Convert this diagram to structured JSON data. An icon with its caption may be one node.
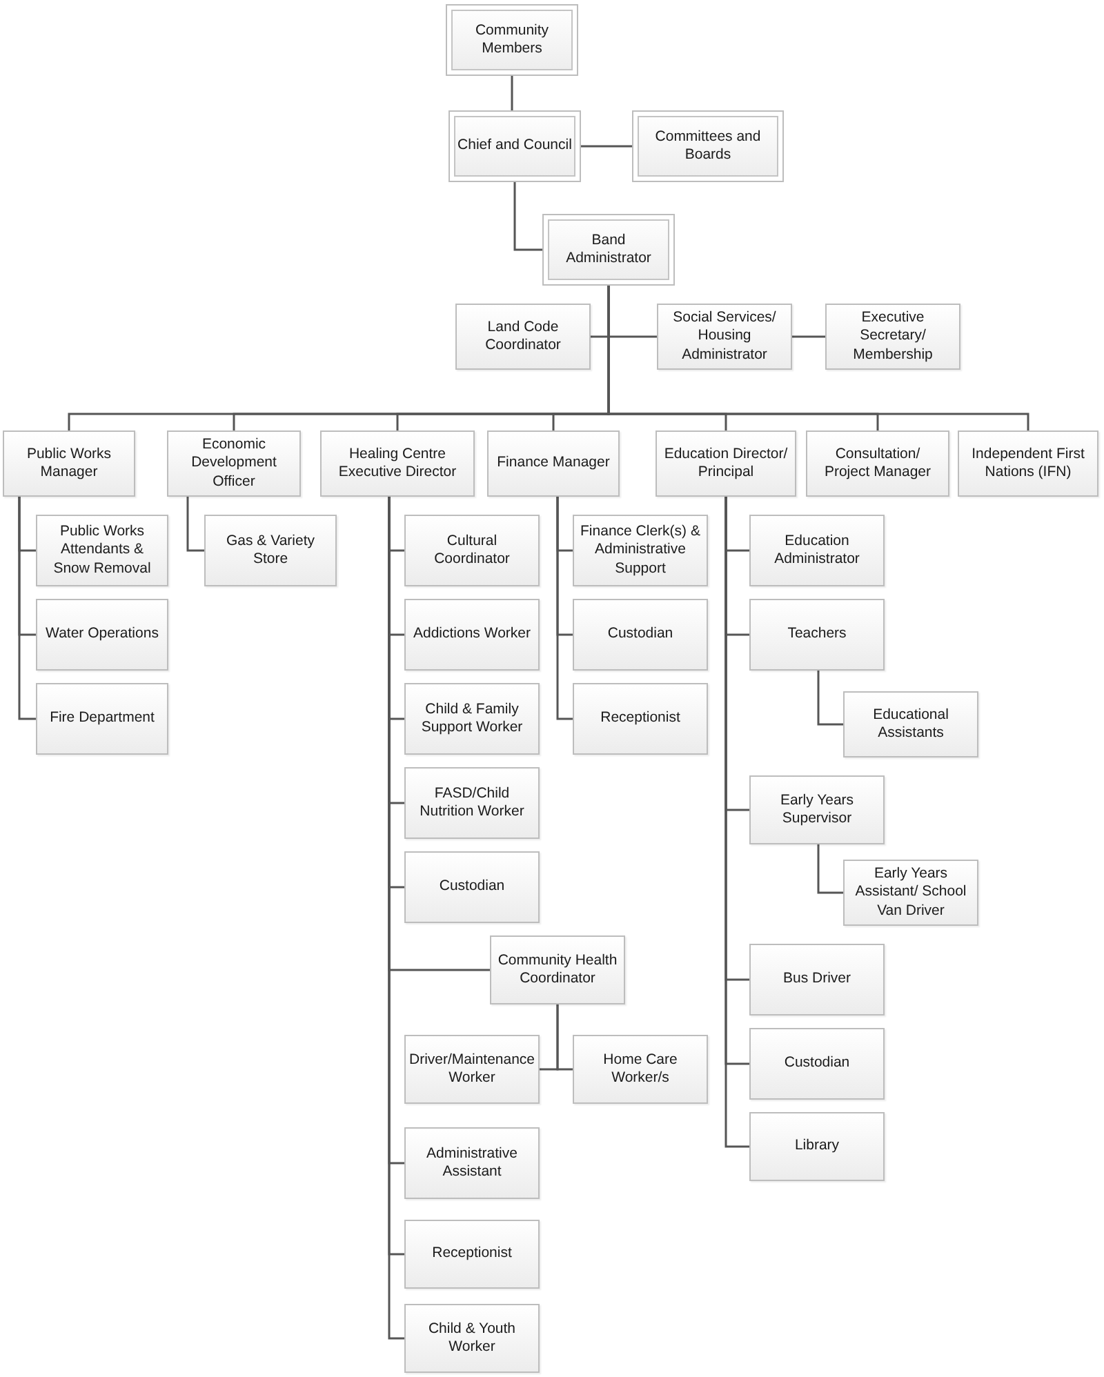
{
  "diagram": {
    "nodes": [
      {
        "text": [
          "Community Members"
        ]
      },
      {
        "text": [
          "Chief and Council"
        ]
      },
      {
        "text": [
          "Committees and Boards"
        ]
      },
      {
        "text": [
          "Band Administrator"
        ]
      },
      {
        "text": [
          "Land Code Coordinator"
        ]
      },
      {
        "text": [
          "Social Services/ Housing Administrator"
        ]
      },
      {
        "text": [
          "Executive Secretary/ Membership"
        ]
      },
      {
        "text": [
          "Public Works Manager"
        ]
      },
      {
        "text": [
          "Economic Development Officer"
        ]
      },
      {
        "text": [
          "Healing Centre Executive Director"
        ]
      },
      {
        "text": [
          "Finance Manager"
        ]
      },
      {
        "text": [
          "Education Director/ Principal"
        ]
      },
      {
        "text": [
          "Consultation/ Project Manager"
        ]
      },
      {
        "text": [
          "Independent First Nations (IFN)"
        ]
      },
      {
        "text": [
          "Public Works Attendants & Snow Removal"
        ]
      },
      {
        "text": [
          "Water Operations"
        ]
      },
      {
        "text": [
          "Fire Department"
        ]
      },
      {
        "text": [
          "Gas & Variety Store"
        ]
      },
      {
        "text": [
          "Cultural Coordinator"
        ]
      },
      {
        "text": [
          "Addictions Worker"
        ]
      },
      {
        "text": [
          "Child & Family Support Worker"
        ]
      },
      {
        "text": [
          "FASD/Child Nutrition Worker"
        ]
      },
      {
        "text": [
          "Custodian"
        ]
      },
      {
        "text": [
          "Community Health Coordinator"
        ]
      },
      {
        "text": [
          "Driver/Maintenance Worker"
        ]
      },
      {
        "text": [
          "Home Care Worker/s"
        ]
      },
      {
        "text": [
          "Administrative Assistant"
        ]
      },
      {
        "text": [
          "Receptionist"
        ]
      },
      {
        "text": [
          "Child & Youth Worker"
        ]
      },
      {
        "text": [
          "Finance Clerk(s) & Administrative Support"
        ]
      },
      {
        "text": [
          "Custodian"
        ]
      },
      {
        "text": [
          "Receptionist"
        ]
      },
      {
        "text": [
          "Education Administrator"
        ]
      },
      {
        "text": [
          "Teachers"
        ]
      },
      {
        "text": [
          "Educational Assistants"
        ]
      },
      {
        "text": [
          "Early Years Supervisor"
        ]
      },
      {
        "text": [
          "Early Years Assistant/ School Van Driver"
        ]
      },
      {
        "text": [
          "Bus Driver"
        ]
      },
      {
        "text": [
          "Custodian"
        ]
      },
      {
        "text": [
          "Library"
        ]
      }
    ],
    "edges": [
      {
        "from": 0,
        "to": 1,
        "arrow": "none"
      },
      {
        "from": 1,
        "to": 2,
        "arrow": "none"
      },
      {
        "from": 1,
        "to": 3,
        "arrow": "none"
      },
      {
        "from": 3,
        "to": 4,
        "arrow": "none"
      },
      {
        "from": 3,
        "to": 5,
        "arrow": "none"
      },
      {
        "from": 5,
        "to": 6,
        "arrow": "none"
      },
      {
        "from": 3,
        "to": 7,
        "arrow": "none"
      },
      {
        "from": 3,
        "to": 8,
        "arrow": "none"
      },
      {
        "from": 3,
        "to": 9,
        "arrow": "none"
      },
      {
        "from": 3,
        "to": 10,
        "arrow": "none"
      },
      {
        "from": 3,
        "to": 11,
        "arrow": "none"
      },
      {
        "from": 3,
        "to": 12,
        "arrow": "none"
      },
      {
        "from": 3,
        "to": 13,
        "arrow": "none"
      },
      {
        "from": 7,
        "to": 14,
        "arrow": "none"
      },
      {
        "from": 7,
        "to": 15,
        "arrow": "none"
      },
      {
        "from": 7,
        "to": 16,
        "arrow": "none"
      },
      {
        "from": 8,
        "to": 17,
        "arrow": "none"
      },
      {
        "from": 9,
        "to": 18,
        "arrow": "none"
      },
      {
        "from": 9,
        "to": 19,
        "arrow": "none"
      },
      {
        "from": 9,
        "to": 20,
        "arrow": "none"
      },
      {
        "from": 9,
        "to": 21,
        "arrow": "none"
      },
      {
        "from": 9,
        "to": 22,
        "arrow": "none"
      },
      {
        "from": 9,
        "to": 23,
        "arrow": "none"
      },
      {
        "from": 23,
        "to": 24,
        "arrow": "none"
      },
      {
        "from": 23,
        "to": 25,
        "arrow": "none"
      },
      {
        "from": 9,
        "to": 26,
        "arrow": "none"
      },
      {
        "from": 9,
        "to": 27,
        "arrow": "none"
      },
      {
        "from": 9,
        "to": 28,
        "arrow": "none"
      },
      {
        "from": 10,
        "to": 29,
        "arrow": "none"
      },
      {
        "from": 10,
        "to": 30,
        "arrow": "none"
      },
      {
        "from": 10,
        "to": 31,
        "arrow": "none"
      },
      {
        "from": 11,
        "to": 32,
        "arrow": "none"
      },
      {
        "from": 11,
        "to": 33,
        "arrow": "none"
      },
      {
        "from": 33,
        "to": 34,
        "arrow": "none"
      },
      {
        "from": 11,
        "to": 35,
        "arrow": "none"
      },
      {
        "from": 35,
        "to": 36,
        "arrow": "none"
      },
      {
        "from": 11,
        "to": 37,
        "arrow": "none"
      },
      {
        "from": 11,
        "to": 38,
        "arrow": "none"
      },
      {
        "from": 11,
        "to": 39,
        "arrow": "none"
      }
    ]
  }
}
